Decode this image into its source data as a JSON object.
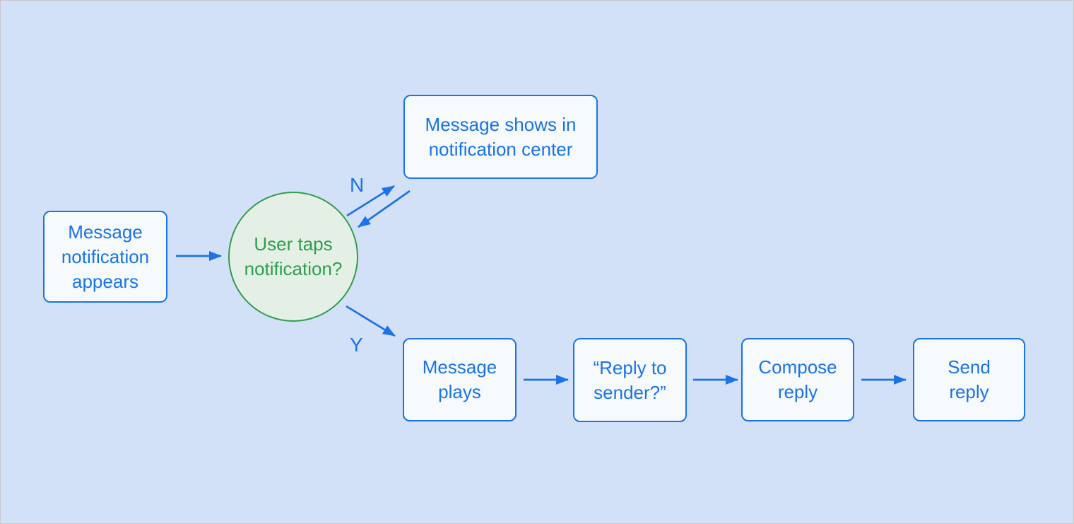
{
  "theme": {
    "bg": "#d3e1f8",
    "frame": "#c8c8c8",
    "blue": "#1a73e8",
    "green": "#2f9e4c",
    "green-fill": "#e4f0e6",
    "node-fill": "#f7fafd"
  },
  "nodes": {
    "start": {
      "lines": [
        "Message",
        "notification",
        "appears"
      ]
    },
    "decision": {
      "lines": [
        "User taps",
        "notification?"
      ]
    },
    "notification_center": {
      "lines": [
        "Message shows in",
        "notification center"
      ]
    },
    "message_plays": {
      "lines": [
        "Message",
        "plays"
      ]
    },
    "reply_to_sender": {
      "lines": [
        "“Reply to",
        "sender?”"
      ]
    },
    "compose_reply": {
      "lines": [
        "Compose",
        "reply"
      ]
    },
    "send_reply": {
      "lines": [
        "Send",
        "reply"
      ]
    }
  },
  "edge_labels": {
    "no": "N",
    "yes": "Y"
  }
}
